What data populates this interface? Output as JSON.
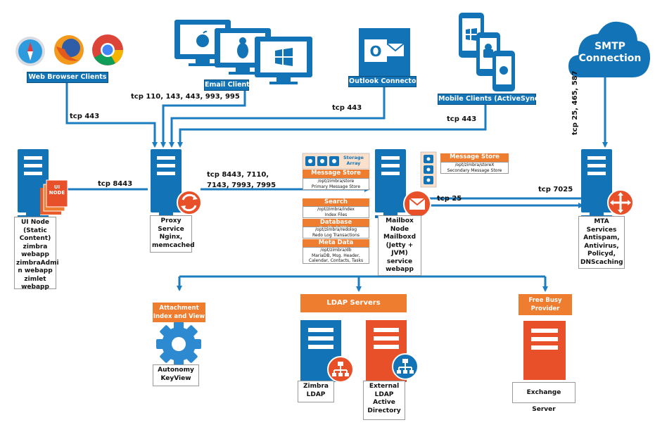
{
  "clients": {
    "web": "Web Browser Clients",
    "email": "Email Clients",
    "outlook": "Outlook Connector",
    "mobile": "Mobile Clients (ActiveSync)"
  },
  "smtp": {
    "line1": "SMTP",
    "line2": "Connection"
  },
  "ports": {
    "web": "tcp 443",
    "email": "tcp  110, 143, 443, 993, 995",
    "outlook": "tcp 443",
    "mobile": "tcp 443",
    "smtp": "tcp  25, 465, 587",
    "ui": "tcp 8443",
    "mailbox_1": "tcp  8443, 7110,",
    "mailbox_2": "7143, 7993, 7995",
    "mta_out": "tcp 7025",
    "mta_in": "tcp 25"
  },
  "nodes": {
    "ui": [
      "UI Node",
      "(Static",
      "Content)",
      "zimbra",
      "webapp",
      "zimbraAdmi",
      "n webapp",
      "zimlet",
      "webapp"
    ],
    "ui_badge": [
      "UI",
      "NODE"
    ],
    "proxy": [
      "Proxy",
      "Service",
      "Nginx,",
      "memcached"
    ],
    "mailbox": [
      "Mailbox",
      "Node",
      "Mailboxd",
      "(Jetty +",
      "JVM)",
      "service",
      "webapp"
    ],
    "mta": [
      "MTA",
      "Services",
      "Antispam,",
      "Antivirus,",
      "Policyd,",
      "DNScaching"
    ],
    "autonomy": [
      "Autonomy",
      "KeyView"
    ],
    "zimbra_ldap": [
      "Zimbra",
      "LDAP"
    ],
    "external_ldap": [
      "External",
      "LDAP",
      "Active",
      "Directory"
    ],
    "exchange": [
      "Exchange Server"
    ]
  },
  "storage": {
    "array": [
      "Storage",
      "Array"
    ],
    "message_store": {
      "title": "Message  Store",
      "lines": [
        "/opt/zimbra/store",
        "Primary Message Store"
      ]
    },
    "message_store_x": {
      "title": "Message  Store",
      "lines": [
        "/opt/zimbra/storeX",
        "Secondary Message Store"
      ]
    },
    "search": {
      "title": "Search",
      "lines": [
        "/opt/zimbra/index",
        "Index Files"
      ]
    },
    "db": {
      "title": "Database Reliability",
      "lines": [
        "/opt/zimbra/redolog",
        "Redo Log Transactions"
      ]
    },
    "meta": {
      "title": "Meta Data",
      "lines": [
        "/opt/zimbra/db",
        "MariaDB, Msg. Header,",
        "Calendar, Contacts, Tasks"
      ]
    }
  },
  "services": {
    "attachment": [
      "Attachment",
      "Index and View"
    ],
    "ldap": "LDAP Servers",
    "freebusy": [
      "Free Busy",
      "Provider"
    ]
  },
  "colors": {
    "blue": "#1273b6",
    "orange": "#ef7d30",
    "red": "#e8502a",
    "arrow": "#1c7cc0"
  }
}
